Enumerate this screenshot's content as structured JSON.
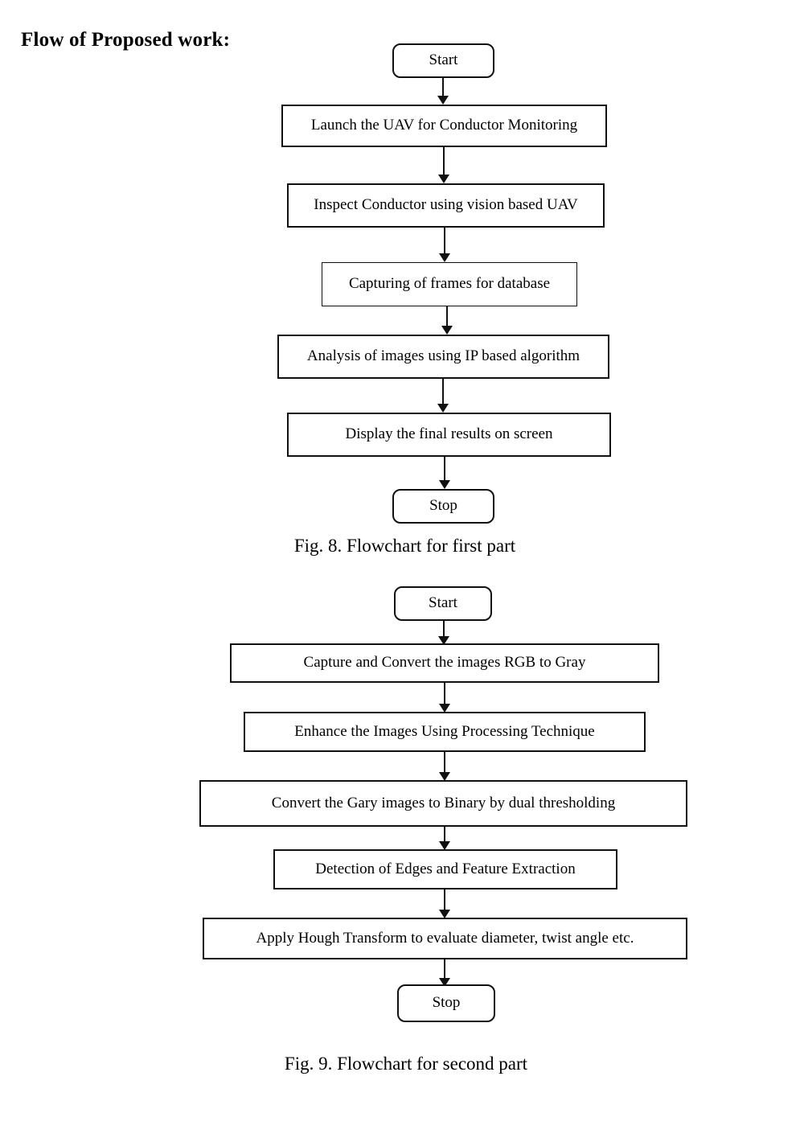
{
  "page": {
    "heading": "Flow of Proposed work:",
    "background_color": "#ffffff",
    "ink_color": "#111111"
  },
  "figures": [
    {
      "id": "figure-8",
      "caption": "Fig. 8. Flowchart for first part",
      "nodes": [
        {
          "id": "f8-start",
          "label": "Start",
          "shape": "terminator"
        },
        {
          "id": "f8-step-1",
          "label": "Launch the UAV for Conductor Monitoring",
          "shape": "process"
        },
        {
          "id": "f8-step-2",
          "label": "Inspect Conductor using vision based UAV",
          "shape": "process"
        },
        {
          "id": "f8-step-3",
          "label": "Capturing of frames for database",
          "shape": "process"
        },
        {
          "id": "f8-step-4",
          "label": "Analysis of images using IP based algorithm",
          "shape": "process"
        },
        {
          "id": "f8-step-5",
          "label": "Display the final results on screen",
          "shape": "process"
        },
        {
          "id": "f8-stop",
          "label": "Stop",
          "shape": "terminator"
        }
      ],
      "edges": [
        {
          "from": "f8-start",
          "to": "f8-step-1"
        },
        {
          "from": "f8-step-1",
          "to": "f8-step-2"
        },
        {
          "from": "f8-step-2",
          "to": "f8-step-3"
        },
        {
          "from": "f8-step-3",
          "to": "f8-step-4"
        },
        {
          "from": "f8-step-4",
          "to": "f8-step-5"
        },
        {
          "from": "f8-step-5",
          "to": "f8-stop"
        }
      ]
    },
    {
      "id": "figure-9",
      "caption": "Fig. 9. Flowchart for second part",
      "nodes": [
        {
          "id": "f9-start",
          "label": "Start",
          "shape": "terminator"
        },
        {
          "id": "f9-step-1",
          "label": "Capture and Convert the images RGB to Gray",
          "shape": "process"
        },
        {
          "id": "f9-step-2",
          "label": "Enhance the Images Using Processing Technique",
          "shape": "process"
        },
        {
          "id": "f9-step-3",
          "label": "Convert the Gary images to Binary by dual thresholding",
          "shape": "process"
        },
        {
          "id": "f9-step-4",
          "label": "Detection of Edges and Feature Extraction",
          "shape": "process"
        },
        {
          "id": "f9-step-5",
          "label": "Apply Hough Transform to evaluate diameter, twist angle etc.",
          "shape": "process"
        },
        {
          "id": "f9-stop",
          "label": "Stop",
          "shape": "terminator"
        }
      ],
      "edges": [
        {
          "from": "f9-start",
          "to": "f9-step-1"
        },
        {
          "from": "f9-step-1",
          "to": "f9-step-2"
        },
        {
          "from": "f9-step-2",
          "to": "f9-step-3"
        },
        {
          "from": "f9-step-3",
          "to": "f9-step-4"
        },
        {
          "from": "f9-step-4",
          "to": "f9-step-5"
        },
        {
          "from": "f9-step-5",
          "to": "f9-stop"
        }
      ]
    }
  ]
}
